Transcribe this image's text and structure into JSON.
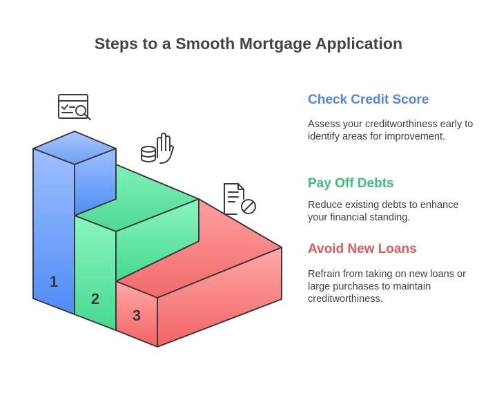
{
  "title": "Steps to a Smooth Mortgage Application",
  "steps": [
    {
      "number": "1",
      "heading": "Check Credit Score",
      "description": "Assess your creditworthiness early to identify areas for improvement.",
      "color": "#4f86e8",
      "icon": "credit-report-search-icon"
    },
    {
      "number": "2",
      "heading": "Pay Off Debts",
      "description": "Reduce existing debts to enhance your financial standing.",
      "color": "#3dbf78",
      "icon": "hand-coins-icon"
    },
    {
      "number": "3",
      "heading": "Avoid New Loans",
      "description": "Refrain from taking on new loans or large purchases to maintain creditworthiness.",
      "color": "#e05a5a",
      "icon": "document-prohibited-icon"
    }
  ]
}
